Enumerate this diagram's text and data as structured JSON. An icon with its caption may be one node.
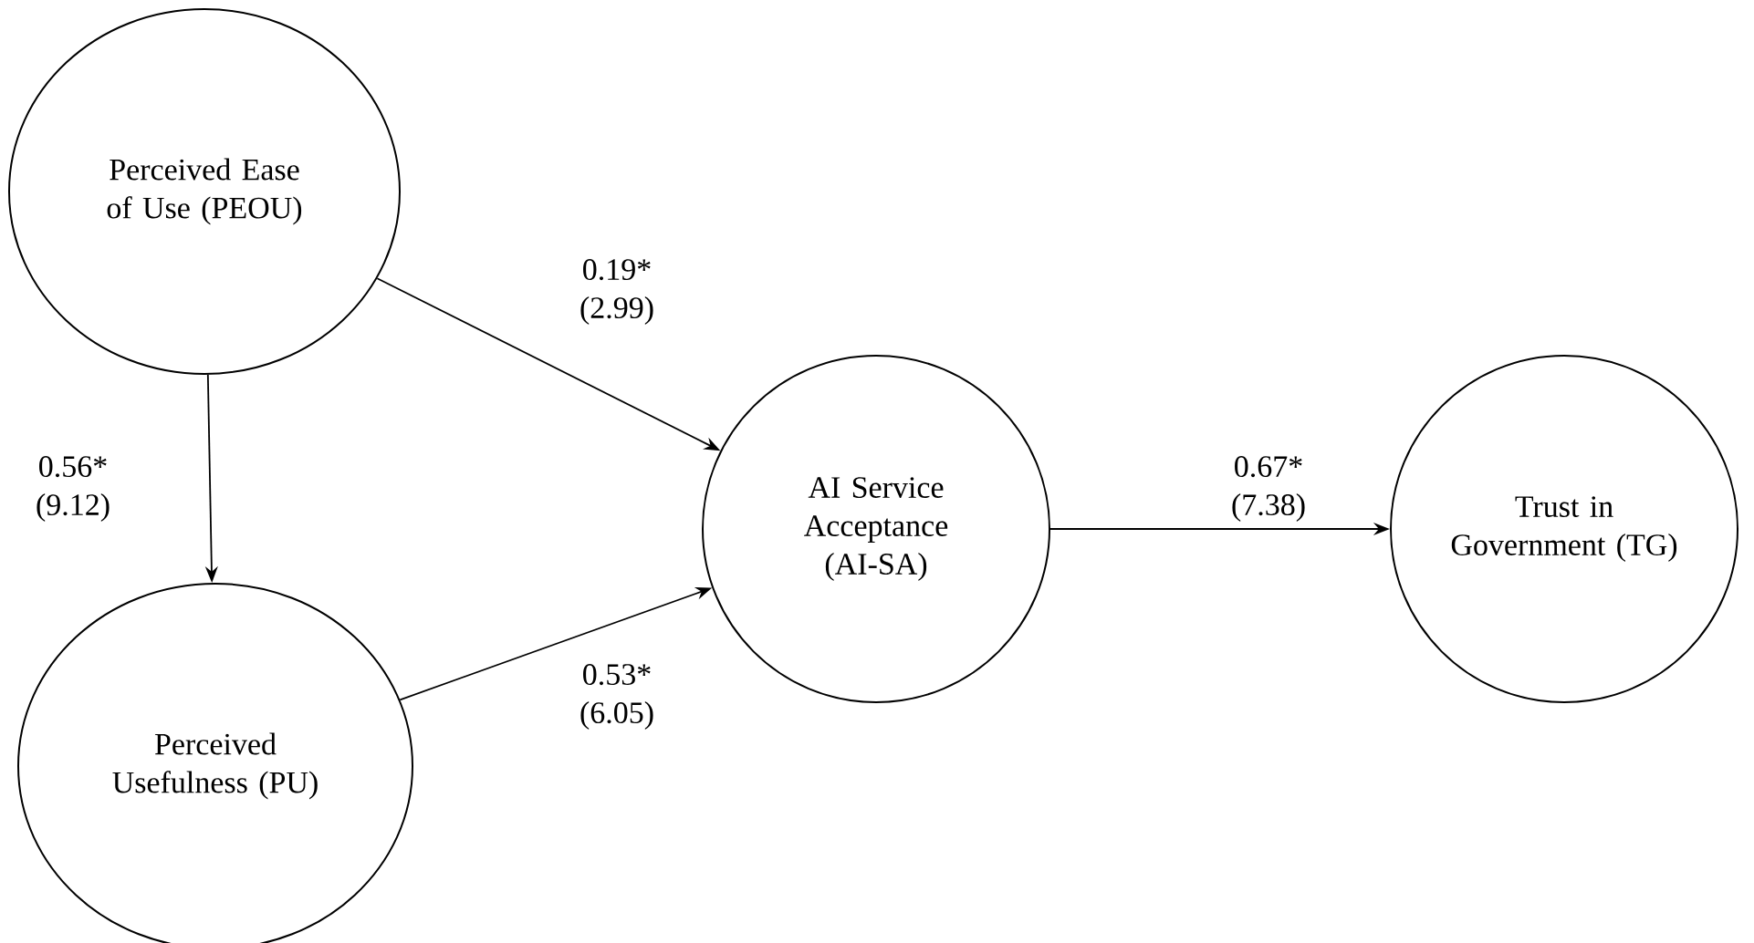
{
  "diagram": {
    "nodes": [
      {
        "text": [
          "Perceived Ease of Use (PEOU)"
        ]
      },
      {
        "text": [
          "Perceived Usefulness (PU)"
        ]
      },
      {
        "text": [
          "AI Service Acceptance (AI-SA)"
        ]
      },
      {
        "text": [
          "Trust in Government (TG)"
        ]
      }
    ],
    "edges": [
      {
        "from": 0,
        "to": 2,
        "arrow": "to",
        "label": "0.19* (2.99)"
      },
      {
        "from": 0,
        "to": 1,
        "arrow": "to",
        "label": "0.56* (9.12)"
      },
      {
        "from": 1,
        "to": 2,
        "arrow": "to",
        "label": "0.53* (6.05)"
      },
      {
        "from": 2,
        "to": 3,
        "arrow": "to",
        "label": "0.67* (7.38)"
      }
    ]
  }
}
